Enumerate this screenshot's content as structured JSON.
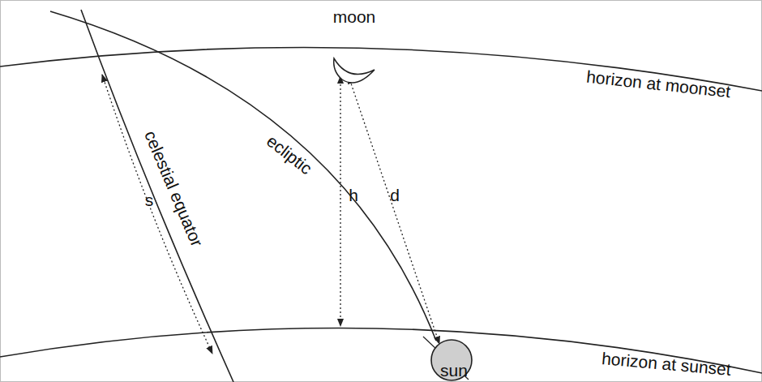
{
  "diagram": {
    "labels": [
      "moon",
      "horizon at moonset",
      "celestial equator",
      "ecliptic",
      "s",
      "h",
      "d",
      "horizon at sunset",
      "sun"
    ]
  }
}
